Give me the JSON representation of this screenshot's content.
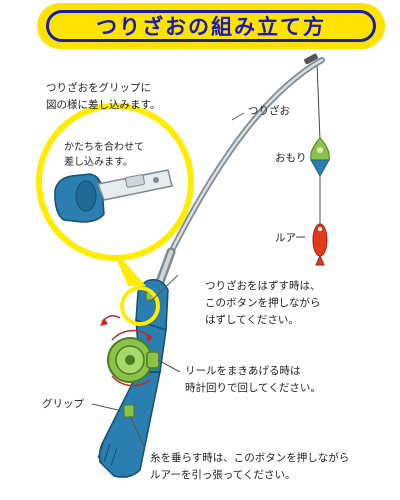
{
  "title": "つりざおの組み立て方",
  "labels": {
    "insert_rod": [
      "つりざおをグリップに",
      "図の様に差し込みます。"
    ],
    "tsurizao": "つりざお",
    "omori": "おもり",
    "lure": "ルアー",
    "align_shape": [
      "かたちを合わせて",
      "差し込みます。"
    ],
    "remove_rod": [
      "つりざおをはずす時は、",
      "このボタンを押しながら",
      "はずしてください。"
    ],
    "reel": [
      "リールをまきあげる時は",
      "時計回りで回してください。"
    ],
    "grip": "グリップ",
    "release_line": [
      "糸を垂らす時は、このボタンを押しながら",
      "ルアーを引っ張ってください。"
    ]
  },
  "colors": {
    "banner": "#ffe300",
    "title_text": "#1a1ab5",
    "grip_blue": "#2b7fb0",
    "reel_green": "#8bc34a",
    "callout_yellow": "#ffec00",
    "sinker_green": "#8bc34a",
    "lure_red": "#e23a1a"
  }
}
